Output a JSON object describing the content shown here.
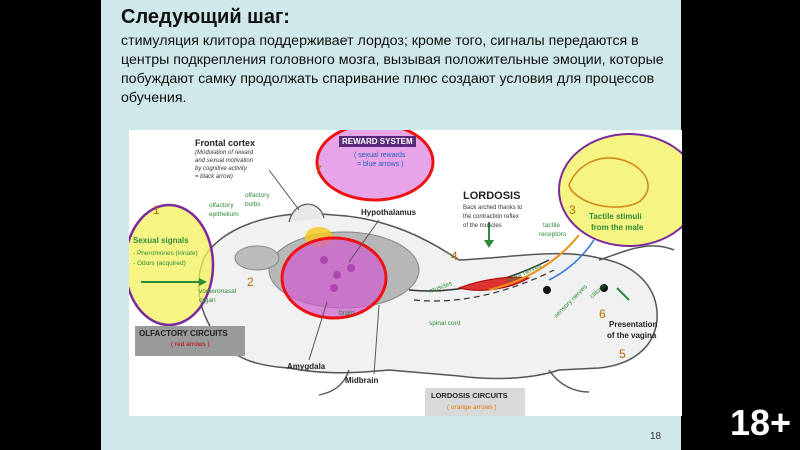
{
  "slide": {
    "heading": "Следующий шаг:",
    "body": "стимуляция клитора поддерживает лордоз; кроме того, сигналы передаются в центры подкрепления головного мозга, вызывая положительные эмоции, которые побуждают самку продолжать спаривание плюс создают условия для процессов обучения.",
    "page_number": "18",
    "age_badge": "18+"
  },
  "diagram": {
    "frontal_cortex": {
      "title": "Frontal cortex",
      "note": [
        "(Modulation of reward",
        "and sexual motivation",
        "by cognitive activity",
        "= black arrow)"
      ]
    },
    "reward_system": {
      "title": "REWARD SYSTEM",
      "note": [
        "( sexual rewards",
        "= blue arrows )"
      ]
    },
    "lordosis": {
      "title": "LORDOSIS",
      "note": [
        "Back arched thanks to",
        "the contraction reflex",
        "of the muscles"
      ]
    },
    "sexual_signals": {
      "title": "Sexual signals",
      "items": [
        "- Pheromones (innate)",
        "- Odors (acquired)"
      ]
    },
    "olfactory_circuits": {
      "title": "OLFACTORY CIRCUITS",
      "note": "( red arrows )"
    },
    "lordosis_circuits": {
      "title": "LORDOSIS CIRCUITS",
      "note": "( orange arrows )"
    },
    "tactile": [
      "Tactile stimuli",
      "from the male"
    ],
    "presentation": [
      "Presentation",
      "of the vagina"
    ],
    "labels": {
      "olfactory_epithelium": [
        "olfactory",
        "epithelium"
      ],
      "olfactory_bulbs": [
        "olfactory",
        "bulbs"
      ],
      "vomeronasal_organ": [
        "vomeronasal",
        "organ"
      ],
      "hypothalamus": "Hypothalamus",
      "brain": "brain",
      "amygdala": "Amygdala",
      "midbrain": "Midbrain",
      "spinal_cord": "spinal cord",
      "muscles": "muscles",
      "motor_nerves": "motor nerves",
      "sensory_nerves": "sensory nerves",
      "clitoris": "clitoris",
      "tactile_receptors": [
        "tactile",
        "receptors"
      ]
    },
    "step_numbers": [
      "1",
      "2",
      "3",
      "4",
      "5",
      "6",
      "7"
    ]
  }
}
